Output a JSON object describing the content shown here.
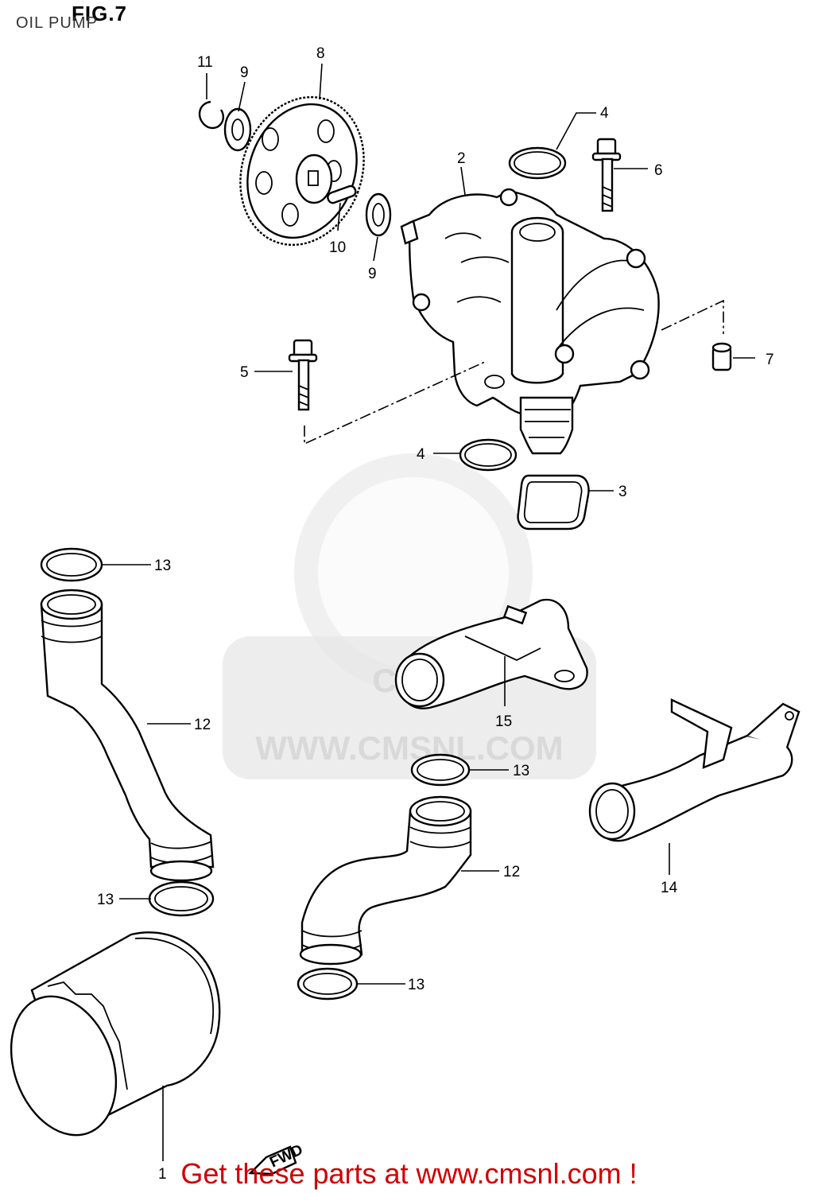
{
  "header": {
    "figure": "FIG.7",
    "title": "OIL PUMP"
  },
  "watermark": {
    "brand": "CMS",
    "url": "WWW.CMSNL.COM"
  },
  "fwd_marker": "FWD",
  "footer": {
    "text": "Get these parts at www.cmsnl.com !"
  },
  "callouts": {
    "c1": "1",
    "c2": "2",
    "c3": "3",
    "c4a": "4",
    "c4b": "4",
    "c5": "5",
    "c6": "6",
    "c7": "7",
    "c8": "8",
    "c9a": "9",
    "c9b": "9",
    "c10": "10",
    "c11": "11",
    "c12a": "12",
    "c12b": "12",
    "c13a": "13",
    "c13b": "13",
    "c13c": "13",
    "c13d": "13",
    "c14": "14",
    "c15": "15"
  },
  "colors": {
    "footer": "#d00000",
    "line": "#000000",
    "watermark": "#d9d9d9"
  }
}
